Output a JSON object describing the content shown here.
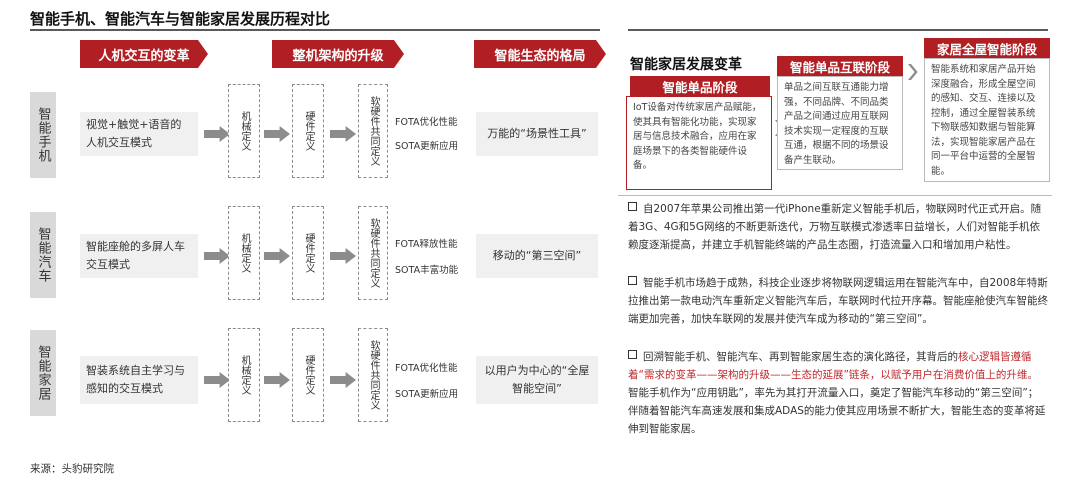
{
  "title": "智能手机、智能汽车与智能家居发展历程对比",
  "left": {
    "headers": [
      "人机交互的变革",
      "整机架构的升级",
      "智能生态的格局"
    ],
    "rows": [
      {
        "label": "智能手机",
        "interaction": "视觉+触觉+语音的人机交互模式",
        "stages": [
          "机械定义",
          "硬件定义",
          "软硬件共同定义"
        ],
        "fota": [
          "FOTA优化性能",
          "SOTA更新应用"
        ],
        "ecosystem": "万能的“场景性工具”"
      },
      {
        "label": "智能汽车",
        "interaction": "智能座舱的多屏人车交互模式",
        "stages": [
          "机械定义",
          "硬件定义",
          "软硬件共同定义"
        ],
        "fota": [
          "FOTA释放性能",
          "SOTA丰富功能"
        ],
        "ecosystem": "移动的“第三空间”"
      },
      {
        "label": "智能家居",
        "interaction": "智装系统自主学习与感知的交互模式",
        "stages": [
          "机械定义",
          "硬件定义",
          "软硬件共同定义"
        ],
        "fota": [
          "FOTA优化性能",
          "SOTA更新应用"
        ],
        "ecosystem": "以用户为中心的“全屋智能空间”"
      }
    ]
  },
  "right": {
    "heading": "智能家居发展变革",
    "stages": [
      {
        "title": "智能单品阶段",
        "text": "IoT设备对传统家居产品赋能，使其具有智能化功能，实现家居与信息技术融合，应用在家庭场景下的各类智能硬件设备。"
      },
      {
        "title": "智能单品互联阶段",
        "text": "单品之间互联互通能力增强，不同品牌、不同品类产品之间通过应用互联网技术实现一定程度的互联互通，根据不同的场景设备产生联动。"
      },
      {
        "title": "家居全屋智能阶段",
        "text": "智能系统和家居产品开始深度融合，形成全屋空间的感知、交互、连接以及控制，通过全屋智装系统下物联感知数据与智能算法，实现智能家居产品在同一平台中运营的全屋智能。"
      }
    ],
    "bullets": [
      {
        "segments": [
          {
            "text": "自2007年苹果公司推出第一代iPhone重新定义智能手机后，物联网时代正式开启。随着3G、4G和5G网络的不断更新迭代，万物互联模式渗透率日益增长，人们对智能手机依赖度逐渐提高，并建立手机智能终端的产品生态圈，打造流量入口和增加用户粘性。",
            "red": false
          }
        ]
      },
      {
        "segments": [
          {
            "text": "智能手机市场趋于成熟，科技企业逐步将物联网逻辑运用在智能汽车中，自2008年特斯拉推出第一款电动汽车重新定义智能汽车后，车联网时代拉开序幕。智能座舱使汽车智能终端更加完善，加快车联网的发展并使汽车成为移动的“第三空间”。",
            "red": false
          }
        ]
      },
      {
        "segments": [
          {
            "text": "回溯智能手机、智能汽车、再到智能家居生态的演化路径，其背后的",
            "red": false
          },
          {
            "text": "核心逻辑皆遵循着“需求的变革——架构的升级——生态的延展”链条，以赋予用户在消费价值上的升维。",
            "red": true
          },
          {
            "text": "智能手机作为“应用钥匙”，率先为其打开流量入口，奠定了智能汽车移动的“第三空间”；伴随着智能汽车高速发展和集成ADAS的能力使其应用场景不断扩大，智能生态的变革将延伸到智能家居。",
            "red": false
          }
        ]
      }
    ]
  },
  "source": "来源：头豹研究院",
  "colors": {
    "accent": "#b11f24",
    "arrow": "#8c8c8c",
    "panel": "#f0f0f0"
  }
}
